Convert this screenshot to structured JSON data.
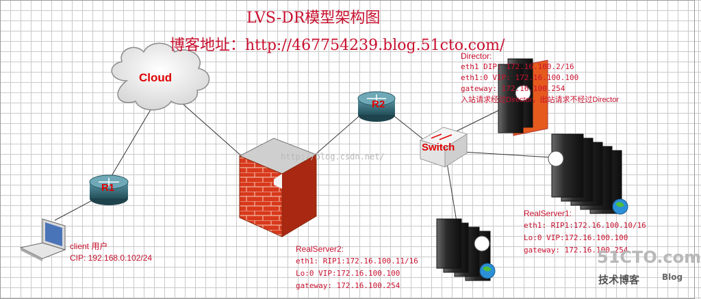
{
  "title": "LVS-DR模型架构图",
  "subtitle": "博客地址：http://467754239.blog.51cto.com/",
  "nodes": {
    "cloud": "Cloud",
    "r1": "R1",
    "r2": "R2",
    "switch": "Switch"
  },
  "client": {
    "name": "client 用户",
    "cip": "CIP: 192.168.0.102/24"
  },
  "director": {
    "name": "Director:",
    "lines": [
      "eth1 DIP: 172.16.100.2/16",
      "eth1:0 VIP: 172.16.100.100",
      "gateway: 172.16.100.254",
      "入站请求经过Director，出站请求不经过Director"
    ]
  },
  "realserver1": {
    "name": "RealServer1:",
    "lines": [
      "eth1:  RIP1:172.16.100.10/16",
      "Lo:0  VIP:172.16.100.100",
      "gateway: 172.16.100.254"
    ]
  },
  "realserver2": {
    "name": "RealServer2:",
    "lines": [
      "eth1:  RIP1:172.16.100.11/16",
      "Lo:0  VIP:172.16.100.100",
      "gateway: 172.16.100.254"
    ]
  },
  "watermark": "http://blog.csdn.net/",
  "logo": {
    "main": "51CTO.com",
    "sub1": "技术博客",
    "sub2": "Blog"
  },
  "colors": {
    "label_red": "#c8102e",
    "grid": "#c9c9c9",
    "router": "#2f6f7d",
    "firewall": "#d9351c"
  }
}
